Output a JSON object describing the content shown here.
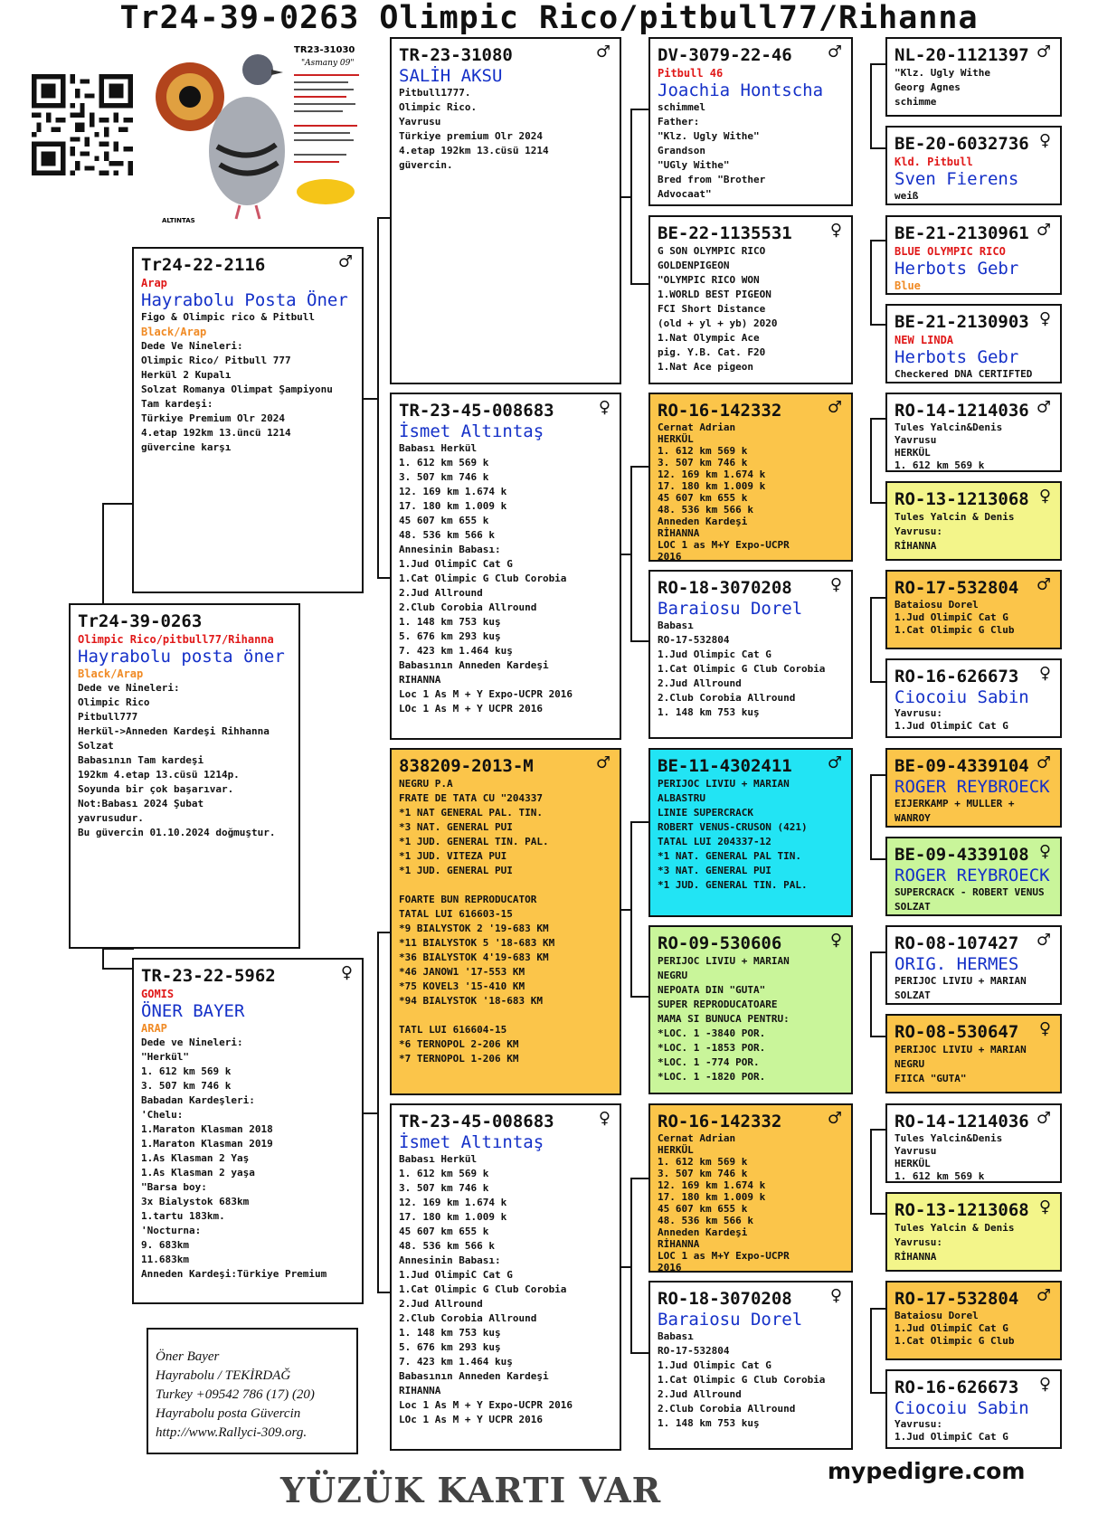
{
  "title": "Tr24-39-0263 Olimpic Rico/pitbull77/Rihanna",
  "male": "♂",
  "female": "♀",
  "photo": {
    "ring": "TR23-31030",
    "name": "\"Asmany 09\"",
    "brand": "ALTINTAS",
    "colors": {
      "eye": "#b2441c",
      "body": "#a8acb4",
      "head": "#5d6270"
    }
  },
  "contact": [
    "Öner Bayer",
    "Hayrabolu / TEKİRDAĞ",
    "Turkey +09542 786 (17) (20)",
    "Hayrabolu posta Güvercin",
    "http://www.Rallyci-309.org."
  ],
  "footer": {
    "yuzuk": "YÜZÜK KARTI VAR",
    "site": "mypedigre.com"
  },
  "subject": {
    "ring": "Tr24-39-0263",
    "red": "Olimpic Rico/pitbull77/Rihanna",
    "owner": "Hayrabolu posta öner",
    "color": "Black/Arap",
    "lines": [
      "Dede ve Nineleri:",
      "Olimpic Rico",
      "Pitbull777",
      "Herkül->Anneden Kardeşi Rihhanna",
      "Solzat",
      "Babasının Tam kardeşi",
      "192km 4.etap 13.cüsü 1214p.",
      "Soyunda bir çok başarıvar.",
      "Not:Babası 2024 Şubat",
      "yavrusudur.",
      "Bu güvercin 01.10.2024 doğmuştur."
    ]
  },
  "sire": {
    "ring": "Tr24-22-2116",
    "red": "Arap",
    "owner": "Hayrabolu Posta Öner",
    "sub": "Figo & Olimpic rico & Pitbull",
    "color": "Black/Arap",
    "lines": [
      "Dede Ve Nineleri:",
      "Olimpic Rico/ Pitbull 777",
      "Herkül 2 Kupalı",
      "Solzat Romanya Olimpat Şampiyonu",
      "Tam kardeşi:",
      "Türkiye Premium Olr 2024",
      "4.etap 192km 13.üncü  1214",
      "güvercine karşı"
    ]
  },
  "dam": {
    "ring": "TR-23-22-5962",
    "red": "GOMIS",
    "owner": "ÖNER BAYER",
    "color": "ARAP",
    "lines": [
      "Dede ve Nineleri:",
      " \"Herkül\"",
      "1.    612 km     569 k",
      "3.    507 km     746 k",
      "Babadan Kardeşleri:",
      "'Chelu:",
      "1.Maraton Klasman 2018",
      "1.Maraton Klasman 2019",
      "1.As Klasman 2 Yaş",
      "1.As Klasman 2 yaşa",
      "\"Barsa boy:",
      "3x Bialystok 683km",
      "1.tartu 183km.",
      "'Nocturna:",
      "9.  683km",
      "11.683km",
      "Anneden Kardeşi:Türkiye Premium"
    ]
  },
  "ss": {
    "ring": "TR-23-31080",
    "owner": "SALİH AKSU",
    "lines": [
      "Pitbull1777.",
      "Olimpic Rico.",
      "Yavrusu",
      "Türkiye premium Olr 2024",
      "4.etap 192km 13.cüsü 1214",
      "güvercin."
    ]
  },
  "sd": {
    "ring": "TR-23-45-008683",
    "owner": "İsmet Altıntaş",
    "lines": [
      "Babası Herkül",
      "1.    612 km      569 k",
      "3.    507 km      746 k",
      "12.   169 km    1.674 k",
      "17.   180 km    1.009 k",
      "45    607 km      655 k",
      "48.   536 km      566 k",
      "Annesinin Babası:",
      "1.Jud OlimpiC Cat G",
      "1.Cat Olimpic G Club Corobia",
      "2.Jud Allround",
      "2.Club Corobia Allround",
      "1.    148 km      753 kuş",
      "5.    676 km      293 kuş",
      "7.    423 km    1.464 kuş",
      "Babasının Anneden Kardeşi",
      "RIHANNA",
      "Loc 1 As M + Y Expo-UCPR 2016",
      "LOc 1 As M + Y UCPR 2016"
    ]
  },
  "ds": {
    "ring": "838209-2013-M",
    "lines": [
      "NEGRU P.A",
      "FRATE DE TATA CU \"204337",
      "*1 NAT GENERAL PAL. TIN.",
      "*3 NAT. GENERAL PUI",
      "*1 JUD. GENERAL TIN. PAL.",
      "*1 JUD. VITEZA PUI",
      "*1 JUD. GENERAL PUI",
      "",
      "FOARTE BUN REPRODUCATOR",
      "TATAL LUI 616603-15",
      "*9 BIALYSTOK 2 '19-683 KM",
      "*11 BIALYSTOK 5 '18-683 KM",
      "*36 BIALYSTOK 4'19-683 KM",
      "*46 JANOW1 '17-553 KM",
      "*75 KOVEL3 '15-410 KM",
      "*94 BIALYSTOK '18-683 KM",
      "",
      "TATL LUI 616604-15",
      "*6 TERNOPOL 2-206 KM",
      "*7 TERNOPOL 1-206 KM"
    ]
  },
  "dd": {
    "ring": "TR-23-45-008683",
    "owner": "İsmet Altıntaş",
    "lines": [
      "Babası Herkül",
      "1.    612 km      569 k",
      "3.    507 km      746 k",
      "12.   169 km    1.674 k",
      "17.   180 km    1.009 k",
      "45    607 km      655 k",
      "48.   536 km      566 k",
      "Annesinin Babası:",
      "1.Jud OlimpiC Cat G",
      "1.Cat Olimpic G Club Corobia",
      "2.Jud Allround",
      "2.Club Corobia Allround",
      "1.    148 km      753 kuş",
      "5.    676 km      293 kuş",
      "7.    423 km    1.464 kuş",
      "Babasının Anneden Kardeşi",
      "RIHANNA",
      "Loc 1 As M + Y Expo-UCPR 2016",
      "LOc 1 As M + Y UCPR 2016"
    ]
  },
  "g1": {
    "ring": "DV-3079-22-46",
    "red": "Pitbull 46",
    "owner": "Joachia Hontscha",
    "lines": [
      "schimmel",
      "Father:",
      "\"Klz. Ugly Withe\"",
      "Grandson",
      "\"UGly Withe\"",
      "Bred from \"Brother",
      "Advocaat\""
    ]
  },
  "g2": {
    "ring": "BE-22-1135531",
    "lines": [
      "G SON OLYMPIC RICO",
      "GOLDENPIGEON",
      "\"OLYMPIC RICO WON",
      "1.WORLD BEST PIGEON",
      "FCI Short Distance",
      "(old + yl + yb) 2020",
      "1.Nat Olympic Ace",
      "pig. Y.B. Cat. F20",
      "1.Nat Ace pigeon"
    ]
  },
  "g3": {
    "ring": "RO-16-142332",
    "lines": [
      "Cernat Adrian",
      "HERKÜL",
      "1.    612 km    569 k",
      "3.    507 km    746 k",
      "12.   169 km  1.674 k",
      "17.   180 km  1.009 k",
      "45    607 km    655 k",
      "48.   536 km    566 k",
      "Anneden Kardeşi",
      "RİHANNA",
      "LOC 1 as M+Y Expo-UCPR",
      "2016"
    ]
  },
  "g4": {
    "ring": "RO-18-3070208",
    "owner": "Baraiosu Dorel",
    "lines": [
      "Babası",
      "RO-17-532804",
      "1.Jud Olimpic Cat G",
      "1.Cat Olimpic G Club Corobia",
      "2.Jud Allround",
      "2.Club Corobia Allround",
      "",
      "1.    148 km    753 kuş"
    ]
  },
  "g5": {
    "ring": "BE-11-4302411",
    "lines": [
      "PERIJOC LIVIU + MARIAN",
      "ALBASTRU",
      "LINIE SUPERCRACK",
      "ROBERT VENUS-CRUSON (421)",
      "",
      "TATAL LUI 204337-12",
      "*1 NAT. GENERAL PAL TIN.",
      "*3 NAT. GENERAL PUI",
      "*1 JUD. GENERAL TIN. PAL."
    ]
  },
  "g6": {
    "ring": "RO-09-530606",
    "lines": [
      "PERIJOC LIVIU + MARIAN",
      "NEGRU",
      "NEPOATA DIN \"GUTA\"",
      "SUPER REPRODUCATOARE",
      "MAMA SI BUNUCA PENTRU:",
      "*LOC. 1 -3840 POR.",
      "*LOC. 1 -1853 POR.",
      "*LOC. 1 -774 POR.",
      "*LOC. 1 -1820 POR."
    ]
  },
  "g7": {
    "ring": "RO-16-142332",
    "lines": [
      "Cernat Adrian",
      "HERKÜL",
      "1.    612 km    569 k",
      "3.    507 km    746 k",
      "12.   169 km  1.674 k",
      "17.   180 km  1.009 k",
      "45    607 km    655 k",
      "48.   536 km    566 k",
      "Anneden Kardeşi",
      "RİHANNA",
      "LOC 1 as M+Y Expo-UCPR",
      "2016"
    ]
  },
  "g8": {
    "ring": "RO-18-3070208",
    "owner": "Baraiosu Dorel",
    "lines": [
      "Babası",
      "RO-17-532804",
      "1.Jud Olimpic Cat G",
      "1.Cat Olimpic G Club Corobia",
      "2.Jud Allround",
      "2.Club Corobia Allround",
      "",
      "1.    148 km    753 kuş"
    ]
  },
  "gg1": {
    "ring": "NL-20-1121397",
    "lines": [
      "\"Klz. Ugly Withe",
      "Georg Agnes",
      "schimme"
    ]
  },
  "gg2": {
    "ring": "BE-20-6032736",
    "red": "Kld. Pitbull",
    "owner": "Sven Fierens",
    "lines": [
      "weiß"
    ]
  },
  "gg3": {
    "ring": "BE-21-2130961",
    "red": "BLUE OLYMPIC RICO",
    "owner": "Herbots Gebr",
    "orange": "Blue"
  },
  "gg4": {
    "ring": "BE-21-2130903",
    "red": "NEW LINDA",
    "owner": "Herbots Gebr",
    "lines": [
      "Checkered DNA CERTIFTED"
    ]
  },
  "gg5": {
    "ring": "RO-14-1214036",
    "lines": [
      "Tules Yalcin&Denis",
      "Yavrusu",
      "HERKÜL",
      "1.   612 km    569 k"
    ]
  },
  "gg6": {
    "ring": "RO-13-1213068",
    "lines": [
      "Tules  Yalcin & Denis",
      "Yavrusu:",
      "RİHANNA"
    ]
  },
  "gg7": {
    "ring": "RO-17-532804",
    "lines": [
      "Bataiosu Dorel",
      "1.Jud OlimpiC Cat G",
      "1.Cat Olimpic G Club"
    ]
  },
  "gg8": {
    "ring": "RO-16-626673",
    "owner": "Ciocoiu Sabin",
    "lines": [
      "",
      "Yavrusu:",
      "1.Jud OlimpiC Cat G"
    ]
  },
  "gg9": {
    "ring": "BE-09-4339104",
    "owner": "ROGER REYBROECK",
    "lines": [
      "EIJERKAMP + MULLER +",
      "WANROY"
    ]
  },
  "gg10": {
    "ring": "BE-09-4339108",
    "owner": "ROGER REYBROECK",
    "lines": [
      "SUPERCRACK - ROBERT VENUS",
      "SOLZAT"
    ]
  },
  "gg11": {
    "ring": "RO-08-107427",
    "owner": "ORIG. HERMES",
    "lines": [
      "PERIJOC LIVIU + MARIAN",
      "SOLZAT"
    ]
  },
  "gg12": {
    "ring": "RO-08-530647",
    "lines": [
      "PERIJOC LIVIU + MARIAN",
      "NEGRU",
      "FIICA \"GUTA\""
    ]
  },
  "gg13": {
    "ring": "RO-14-1214036",
    "lines": [
      "Tules Yalcin&Denis",
      "Yavrusu",
      "HERKÜL",
      "1.   612 km    569 k"
    ]
  },
  "gg14": {
    "ring": "RO-13-1213068",
    "lines": [
      "Tules  Yalcin & Denis",
      "Yavrusu:",
      "RİHANNA"
    ]
  },
  "gg15": {
    "ring": "RO-17-532804",
    "lines": [
      "Bataiosu Dorel",
      "1.Jud OlimpiC Cat G",
      "1.Cat Olimpic G Club"
    ]
  },
  "gg16": {
    "ring": "RO-16-626673",
    "owner": "Ciocoiu Sabin",
    "lines": [
      "",
      "Yavrusu:",
      "1.Jud OlimpiC Cat G"
    ]
  }
}
